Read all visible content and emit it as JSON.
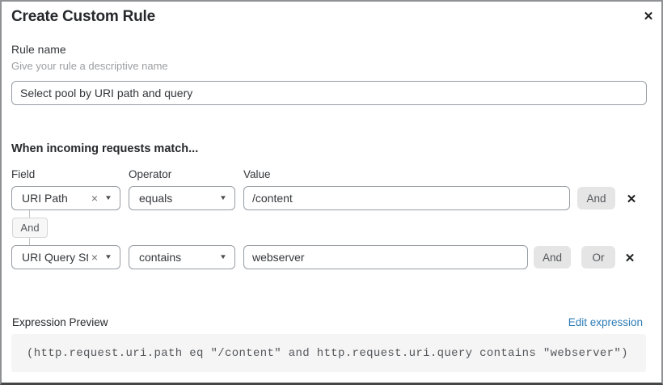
{
  "dialog": {
    "title": "Create Custom Rule"
  },
  "icons": {
    "close": "✕",
    "clear": "×",
    "caret": "▼",
    "remove": "✕"
  },
  "rule_name": {
    "label": "Rule name",
    "hint": "Give your rule a descriptive name",
    "value": "Select pool by URI path and query"
  },
  "matcher": {
    "heading": "When incoming requests match...",
    "columns": {
      "field": "Field",
      "operator": "Operator",
      "value": "Value"
    },
    "connector": "And",
    "rows": [
      {
        "field": "URI Path",
        "operator": "equals",
        "value": "/content",
        "buttons": [
          "And"
        ]
      },
      {
        "field": "URI Query St...",
        "operator": "contains",
        "value": "webserver",
        "buttons": [
          "And",
          "Or"
        ]
      }
    ]
  },
  "expression": {
    "label": "Expression Preview",
    "edit_link": "Edit expression",
    "code": "(http.request.uri.path eq \"/content\" and http.request.uri.query contains \"webserver\")"
  },
  "colors": {
    "link": "#2d7cb7",
    "button_bg": "#e5e5e5",
    "code_bg": "#f5f5f5",
    "border": "#979da3"
  }
}
